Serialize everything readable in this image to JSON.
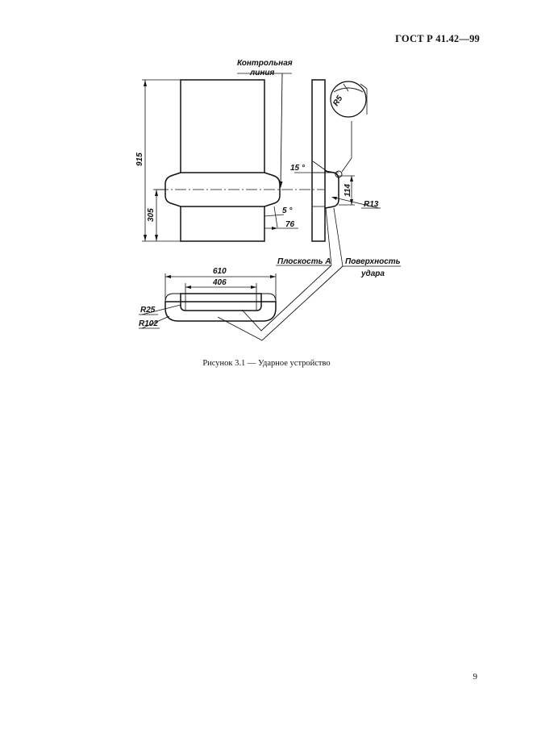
{
  "page": {
    "header": "ГОСТ Р 41.42—99",
    "page_number": "9"
  },
  "figure": {
    "caption": "Рисунок 3.1 — Ударное устройство",
    "labels": {
      "control_line_1": "Контрольная",
      "control_line_2": "линия",
      "plane_a": "Плоскость А",
      "impact_surface_1": "Поверхность",
      "impact_surface_2": "удара"
    },
    "dimensions": {
      "height_total": "915",
      "height_lower": "305",
      "width_outer": "610",
      "width_inner": "406",
      "radius_small": "R25",
      "radius_large": "R102",
      "angle_side": "5 °",
      "offset": "76",
      "angle_top": "15 °",
      "thickness": "114",
      "radius_edge": "R13",
      "radius_detail": "R5"
    }
  }
}
